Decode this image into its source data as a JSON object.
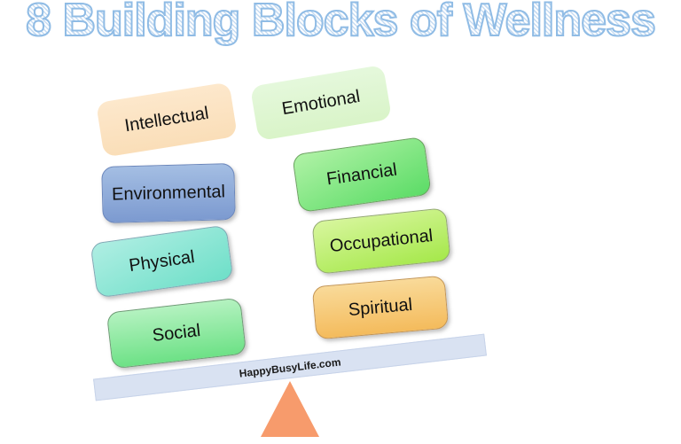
{
  "title": "8 Building Blocks of Wellness",
  "beam": {
    "watermark": "HappyBusyLife.com",
    "color": "#D9E2F2"
  },
  "fulcrum": {
    "color": "#F79B6C"
  },
  "title_style": {
    "outline_color": "#90BCE5",
    "hatch_color": "#C7DCF2"
  },
  "blocks": [
    {
      "label": "Intellectual",
      "color": "#FBE3C2",
      "side": "left",
      "row": 1
    },
    {
      "label": "Emotional",
      "color": "#DFF6D2",
      "side": "right",
      "row": 1
    },
    {
      "label": "Environmental",
      "color": "#8FA9D6",
      "side": "left",
      "row": 2
    },
    {
      "label": "Financial",
      "color": "#7CE47E",
      "side": "right",
      "row": 2
    },
    {
      "label": "Physical",
      "color": "#8FE6D5",
      "side": "left",
      "row": 3
    },
    {
      "label": "Occupational",
      "color": "#BFEF70",
      "side": "right",
      "row": 3
    },
    {
      "label": "Social",
      "color": "#8FEAA1",
      "side": "left",
      "row": 4
    },
    {
      "label": "Spiritual",
      "color": "#F7C877",
      "side": "right",
      "row": 4
    }
  ]
}
